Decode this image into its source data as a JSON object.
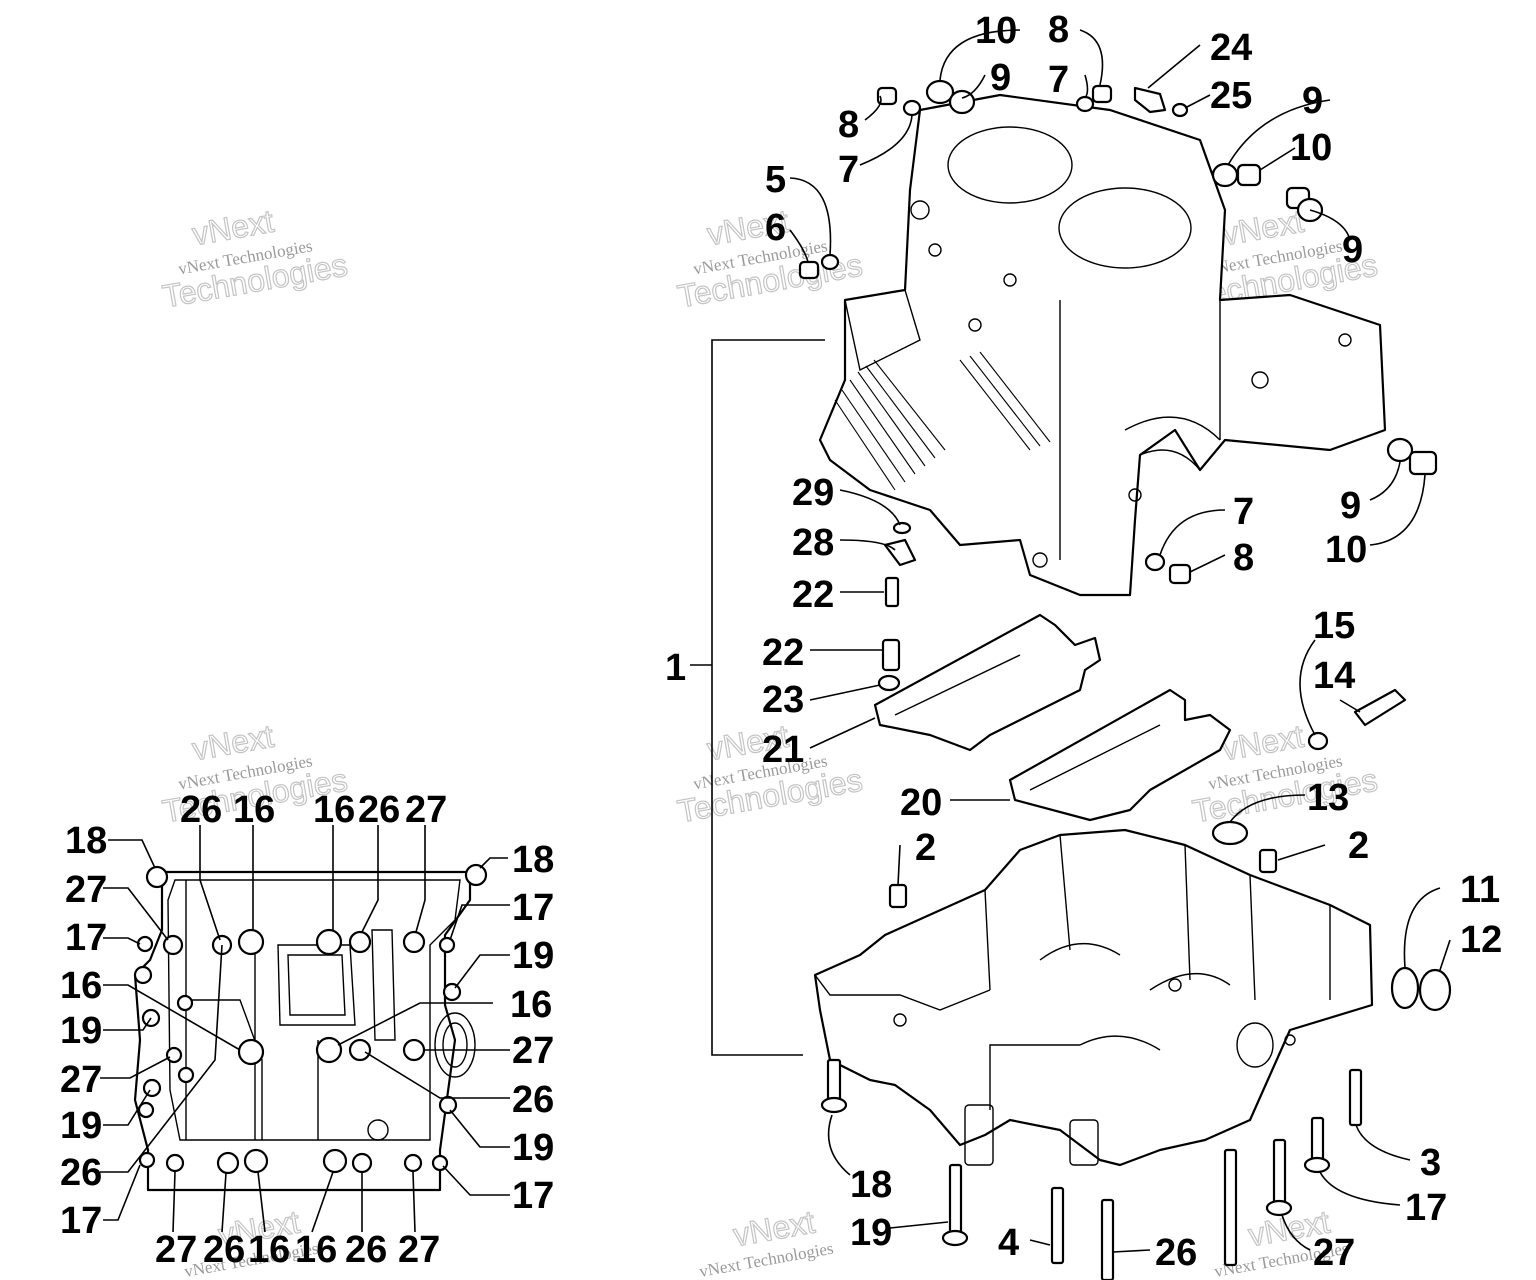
{
  "watermark": {
    "line1": "vNext Technologies",
    "line2": "vNext",
    "line3": "Technologies"
  },
  "callouts": [
    {
      "id": "c1",
      "text": "1"
    },
    {
      "id": "c2a",
      "text": "2"
    },
    {
      "id": "c2b",
      "text": "2"
    },
    {
      "id": "c3",
      "text": "3"
    },
    {
      "id": "c4",
      "text": "4"
    },
    {
      "id": "c5",
      "text": "5"
    },
    {
      "id": "c6",
      "text": "6"
    },
    {
      "id": "c7a",
      "text": "7"
    },
    {
      "id": "c7b",
      "text": "7"
    },
    {
      "id": "c7c",
      "text": "7"
    },
    {
      "id": "c8a",
      "text": "8"
    },
    {
      "id": "c8b",
      "text": "8"
    },
    {
      "id": "c8c",
      "text": "8"
    },
    {
      "id": "c9a",
      "text": "9"
    },
    {
      "id": "c9b",
      "text": "9"
    },
    {
      "id": "c9c",
      "text": "9"
    },
    {
      "id": "c9d",
      "text": "9"
    },
    {
      "id": "c10a",
      "text": "10"
    },
    {
      "id": "c10b",
      "text": "10"
    },
    {
      "id": "c10c",
      "text": "10"
    },
    {
      "id": "c11",
      "text": "11"
    },
    {
      "id": "c12",
      "text": "12"
    },
    {
      "id": "c13",
      "text": "13"
    },
    {
      "id": "c14",
      "text": "14"
    },
    {
      "id": "c15",
      "text": "15"
    },
    {
      "id": "c17a",
      "text": "17"
    },
    {
      "id": "c18a",
      "text": "18"
    },
    {
      "id": "c19a",
      "text": "19"
    },
    {
      "id": "c20",
      "text": "20"
    },
    {
      "id": "c21",
      "text": "21"
    },
    {
      "id": "c22a",
      "text": "22"
    },
    {
      "id": "c22b",
      "text": "22"
    },
    {
      "id": "c23",
      "text": "23"
    },
    {
      "id": "c24",
      "text": "24"
    },
    {
      "id": "c25",
      "text": "25"
    },
    {
      "id": "c26a",
      "text": "26"
    },
    {
      "id": "c27a",
      "text": "27"
    },
    {
      "id": "c28",
      "text": "28"
    },
    {
      "id": "c29",
      "text": "29"
    },
    {
      "id": "l18a",
      "text": "18"
    },
    {
      "id": "l18b",
      "text": "18"
    },
    {
      "id": "l27a",
      "text": "27"
    },
    {
      "id": "l27b",
      "text": "27"
    },
    {
      "id": "l27c",
      "text": "27"
    },
    {
      "id": "l27d",
      "text": "27"
    },
    {
      "id": "l27e",
      "text": "27"
    },
    {
      "id": "l27f",
      "text": "27"
    },
    {
      "id": "l17a",
      "text": "17"
    },
    {
      "id": "l17b",
      "text": "17"
    },
    {
      "id": "l17c",
      "text": "17"
    },
    {
      "id": "l17d",
      "text": "17"
    },
    {
      "id": "l16a",
      "text": "16"
    },
    {
      "id": "l16b",
      "text": "16"
    },
    {
      "id": "l16c",
      "text": "16"
    },
    {
      "id": "l16d",
      "text": "16"
    },
    {
      "id": "l16e",
      "text": "16"
    },
    {
      "id": "l16f",
      "text": "16"
    },
    {
      "id": "l19a",
      "text": "19"
    },
    {
      "id": "l19b",
      "text": "19"
    },
    {
      "id": "l19c",
      "text": "19"
    },
    {
      "id": "l19d",
      "text": "19"
    },
    {
      "id": "l26a",
      "text": "26"
    },
    {
      "id": "l26b",
      "text": "26"
    },
    {
      "id": "l26c",
      "text": "26"
    },
    {
      "id": "l26d",
      "text": "26"
    },
    {
      "id": "l26e",
      "text": "26"
    },
    {
      "id": "l26f",
      "text": "26"
    }
  ]
}
